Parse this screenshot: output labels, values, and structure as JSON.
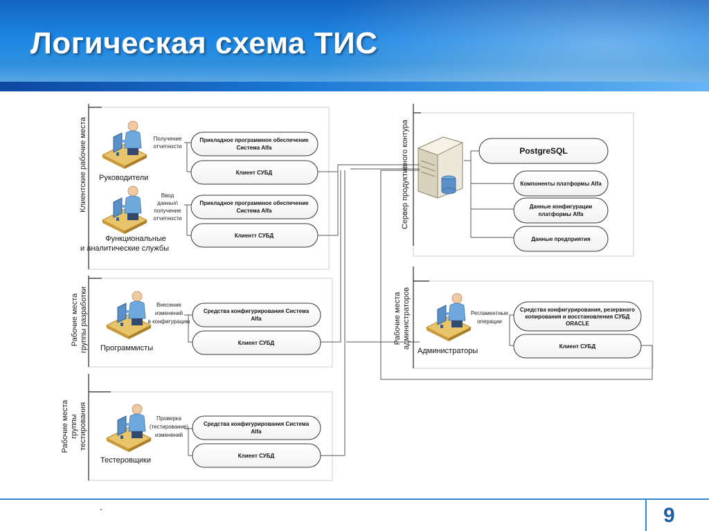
{
  "slide": {
    "title": "Логическая схема ТИС",
    "page_number": "9",
    "footer_mark": "-"
  },
  "groups": {
    "client": "Клиентские рабочие места",
    "dev": "Рабочие места группы разработки",
    "test": "Рабочие места группы тестирования",
    "server": "Сервер продуктивного контура",
    "admin": "Рабочие места администраторов"
  },
  "roles": {
    "managers": "Руководители",
    "functional_1": "Функциональные",
    "functional_2": "и аналитические службы",
    "programmers": "Программисты",
    "testers": "Тестеровщики",
    "admins": "Администраторы"
  },
  "connector_labels": {
    "managers": [
      "Получение",
      "отчетности"
    ],
    "functional": [
      "Ввод",
      "данных\\",
      "получение",
      "отчетности"
    ],
    "programmers": [
      "Внесение",
      "изменений",
      "в конфигурацию"
    ],
    "testers": [
      "Проверка",
      "(тестирование)",
      "изменений"
    ],
    "admins": [
      "Регламентные",
      "операции"
    ]
  },
  "boxes": {
    "app_software_1": [
      "Прикладное программное обеспечение",
      "Система Alfa"
    ],
    "dbms_client_1": [
      "Клиент СУБД"
    ],
    "app_software_2": [
      "Прикладное программное обеспечение",
      "Система Alfa"
    ],
    "dbms_client_2": [
      "Клиентт СУБД"
    ],
    "config_tools_dev": [
      "Средства конфигурирования Система",
      "Alfa"
    ],
    "dbms_client_dev": [
      "Клиент СУБД"
    ],
    "config_tools_test": [
      "Средства конфигурирования Система",
      "Alfa"
    ],
    "dbms_client_test": [
      "Клиент СУБД"
    ],
    "postgresql": [
      "PostgreSQL"
    ],
    "platform_components": [
      "Компоненты платформы Alfa"
    ],
    "platform_config": [
      "Данные конфигурации",
      "платформы Alfa"
    ],
    "enterprise_data": [
      "Данные предприятия"
    ],
    "admin_tools": [
      "Средства конфигурирования, резервного",
      "копирования и восстановления СУБД",
      "ORACLE"
    ],
    "dbms_client_admin": [
      "Клиент СУБД"
    ]
  }
}
